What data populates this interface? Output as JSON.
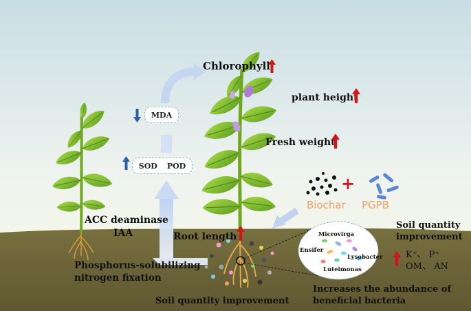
{
  "labels": {
    "chlorophyll": "Chlorophyll",
    "plant_height": "plant height",
    "fresh_weight": "Fresh weight",
    "mda": "MDA",
    "sod": "SOD",
    "pod": "POD",
    "acc_deaminase": "ACC deaminase",
    "iaa": "IAA",
    "root_length": "Root length",
    "phosphorus": "Phosphorus-solubilizing",
    "nitrogen": "nitrogen fixation",
    "soil_bottom": "Soil quantity improvement",
    "bacteria_line1": "Increases the abundance of",
    "bacteria_line2": "beneficial bacteria",
    "biochar": "Biochar",
    "pgpb": "PGPB",
    "plus": "+",
    "soil_right_line1": "Soil quantity",
    "soil_right_line2": "improvement",
    "nutrients_line1": "K⁺、 P⁺",
    "nutrients_line2": "OM、 AN"
  },
  "bacteria": {
    "microvirga": "Microvirga",
    "ensifer": "Ensifer",
    "lysobacter": "Lysobacter",
    "luteimonas": "Luteimonas"
  },
  "colors": {
    "increase_arrow": "#d0161a",
    "decrease_arrow": "#2b61a8",
    "soil": "#71683e",
    "leaf": "#7fbd2a",
    "flow_arrow": "#c8d8f2",
    "amendment_text": "#f0a060"
  }
}
